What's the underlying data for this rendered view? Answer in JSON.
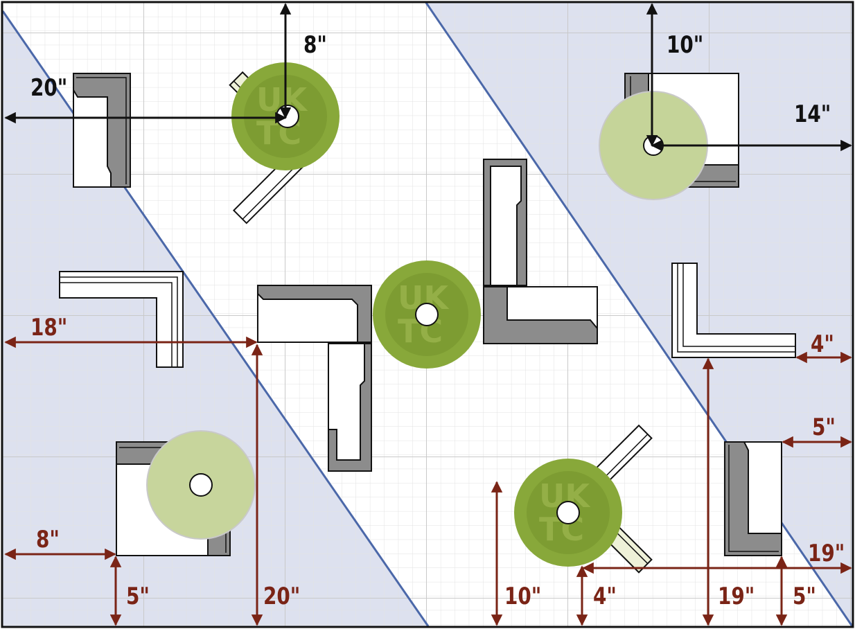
{
  "colors": {
    "shade": "#dde1ef",
    "boundary_line": "#4b68a9",
    "grid_fine": "#e2e2e2",
    "grid_major": "#c9c9c9",
    "black_arrow": "#111111",
    "red_arrow": "#7a2416",
    "piece_fill": "#ffffff",
    "piece_dark": "#8c8c8c",
    "disc_outer": "#88a83a",
    "disc_inner": "#6f8c28",
    "disc_ghost": "#eef1d8"
  },
  "logo": {
    "line1": "UK",
    "line2": "TC",
    "icon": "uktc-logo-disc"
  },
  "measurements": {
    "top_left_horizontal": "20\"",
    "top_center_vertical": "8\"",
    "top_right_vertical": "10\"",
    "top_right_horizontal": "14\"",
    "left_middle_horizontal": "18\"",
    "left_bottom_horizontal": "8\"",
    "left_bottom_vertical": "5\"",
    "left_long_vertical": "20\"",
    "right_middle_horizontal": "4\"",
    "right_lower_horizontal": "5\"",
    "bottom_right_horizontal": "19\"",
    "bottom_center_vertical_a": "10\"",
    "bottom_center_vertical_b": "4\"",
    "bottom_right_vertical_a": "19\"",
    "bottom_right_vertical_b": "5\""
  }
}
